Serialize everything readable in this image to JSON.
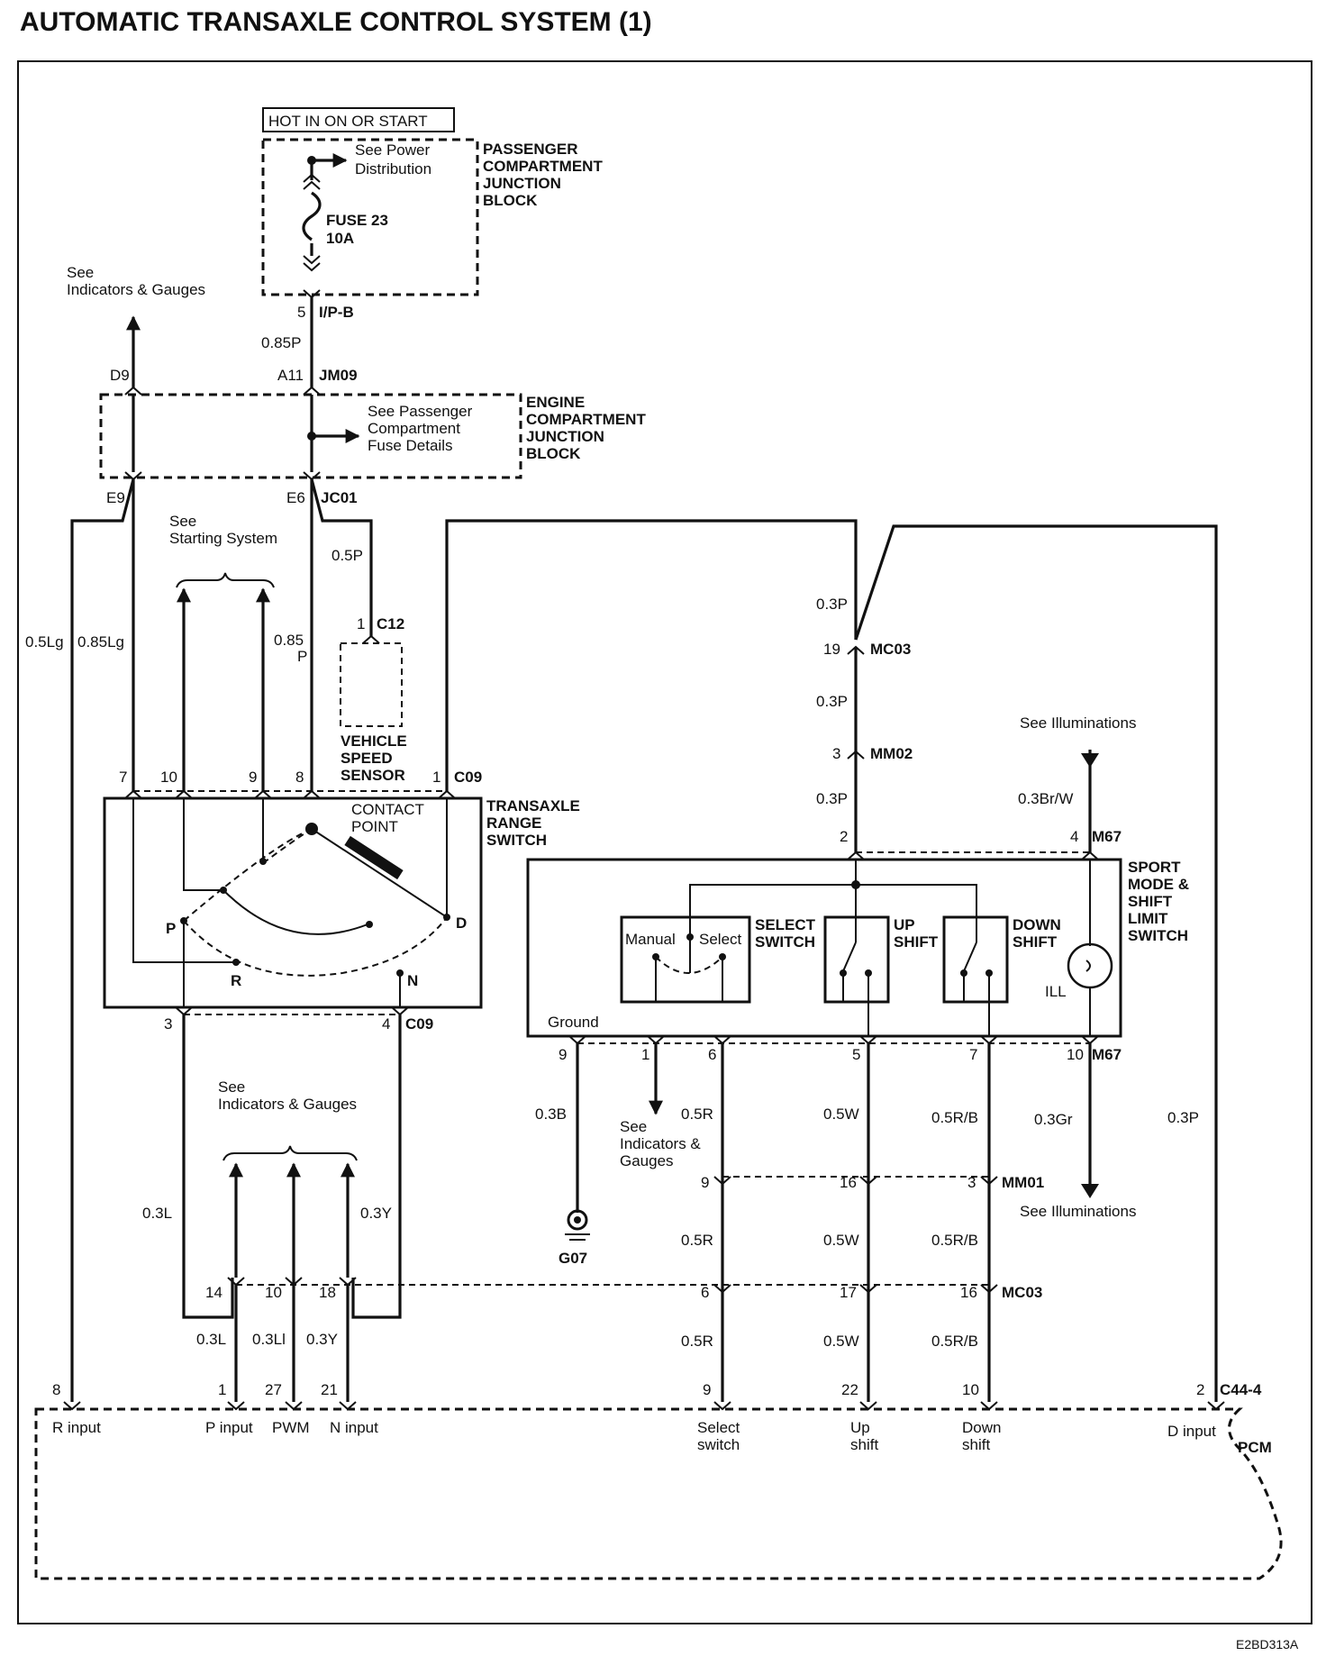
{
  "title": "AUTOMATIC TRANSAXLE CONTROL SYSTEM (1)",
  "figure_code": "E2BD313A",
  "power": {
    "hot_label": "HOT IN ON OR START",
    "see_power_1": "See Power",
    "see_power_2": "Distribution",
    "fuse_1": "FUSE 23",
    "fuse_2": "10A",
    "pcjb": [
      "PASSENGER",
      "COMPARTMENT",
      "JUNCTION",
      "BLOCK"
    ],
    "ecjb": [
      "ENGINE",
      "COMPARTMENT",
      "JUNCTION",
      "BLOCK"
    ],
    "see_pc_fuse": [
      "See Passenger",
      "Compartment",
      "Fuse Details"
    ]
  },
  "references": {
    "see": "See",
    "indicators_gauges": "Indicators & Gauges",
    "starting_system": "Starting System",
    "see_ind_stack": [
      "See",
      "Indicators &",
      "Gauges"
    ],
    "see_illum": "See Illuminations"
  },
  "connectors": {
    "ip_b": "I/P-B",
    "jm09": "JM09",
    "jc01": "JC01",
    "c12": "C12",
    "c09": "C09",
    "mc03": "MC03",
    "mm02": "MM02",
    "m67": "M67",
    "mm01": "MM01",
    "c44": "C44-4"
  },
  "pins": {
    "p5": "5",
    "pA11": "A11",
    "pD9": "D9",
    "pE9": "E9",
    "pE6": "E6",
    "p1_c12": "1",
    "p7": "7",
    "p10": "10",
    "p9": "9",
    "p8": "8",
    "p1": "1",
    "p3": "3",
    "p4": "4",
    "p19": "19",
    "pm3": "3",
    "p2": "2",
    "pm4": "4",
    "g9": "9",
    "g1": "1",
    "g6": "6",
    "g5": "5",
    "g7": "7",
    "g10": "10",
    "mm01_9": "9",
    "mm01_16": "16",
    "mm01_3": "3",
    "mc03_6": "6",
    "mc03_17": "17",
    "mc03_16": "16",
    "j14": "14",
    "j10": "10",
    "j18": "18",
    "pcm_8": "8",
    "pcm_1": "1",
    "pcm_27": "27",
    "pcm_21": "21",
    "pcm_9": "9",
    "pcm_22": "22",
    "pcm_10": "10",
    "pcm_2": "2"
  },
  "wires": {
    "w085P": "0.85P",
    "w05P": "0.5P",
    "w05Lg": "0.5Lg",
    "w085Lg": "0.85Lg",
    "w085": "0.85",
    "wP": "P",
    "w03P": "0.3P",
    "w03BrW": "0.3Br/W",
    "w03B": "0.3B",
    "w05R": "0.5R",
    "w05W": "0.5W",
    "w05RB": "0.5R/B",
    "w03Gr": "0.3Gr",
    "w03L": "0.3L",
    "w03Y": "0.3Y",
    "w03Ll": "0.3Ll"
  },
  "components": {
    "vss": [
      "VEHICLE",
      "SPEED",
      "SENSOR"
    ],
    "trs": [
      "TRANSAXLE",
      "RANGE",
      "SWITCH"
    ],
    "contact_point": [
      "CONTACT",
      "POINT"
    ],
    "pos_P": "P",
    "pos_R": "R",
    "pos_N": "N",
    "pos_D": "D",
    "sport": [
      "SPORT",
      "MODE &",
      "SHIFT",
      "LIMIT",
      "SWITCH"
    ],
    "manual": "Manual",
    "select": "Select",
    "select_switch": [
      "SELECT",
      "SWITCH"
    ],
    "up_shift": [
      "UP",
      "SHIFT"
    ],
    "down_shift": [
      "DOWN",
      "SHIFT"
    ],
    "ill": "ILL",
    "ground": "Ground",
    "g07": "G07",
    "pcm": "PCM"
  },
  "pcm_inputs": {
    "r_input": "R input",
    "p_input": "P input",
    "pwm": "PWM",
    "n_input": "N input",
    "select_switch": [
      "Select",
      "switch"
    ],
    "up_shift": [
      "Up",
      "shift"
    ],
    "down_shift": [
      "Down",
      "shift"
    ],
    "d_input": "D input"
  }
}
